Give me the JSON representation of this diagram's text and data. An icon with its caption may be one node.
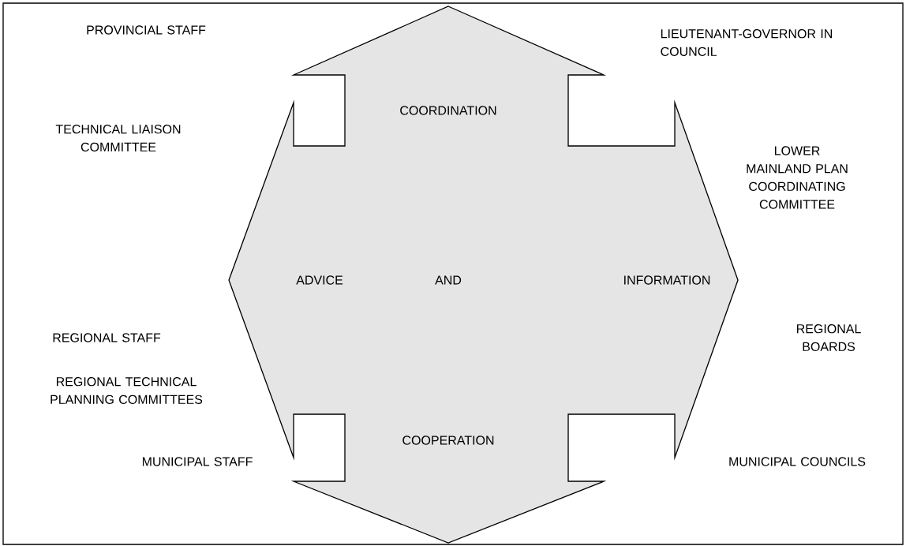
{
  "diagram": {
    "nodes": [
      {
        "text": [
          "COORDINATION",
          "ADVICE",
          "AND",
          "INFORMATION",
          "COOPERATION"
        ]
      }
    ],
    "labels": [
      "PROVINCIAL STAFF",
      "LIEUTENANT-GOVERNOR IN COUNCIL",
      "TECHNICAL LIAISON COMMITTEE",
      "LOWER MAINLAND PLAN COORDINATING COMMITTEE",
      "REGIONAL STAFF",
      "REGIONAL BOARDS",
      "REGIONAL TECHNICAL PLANNING COMMITTEES",
      "MUNICIPAL STAFF",
      "MUNICIPAL COUNCILS"
    ]
  }
}
